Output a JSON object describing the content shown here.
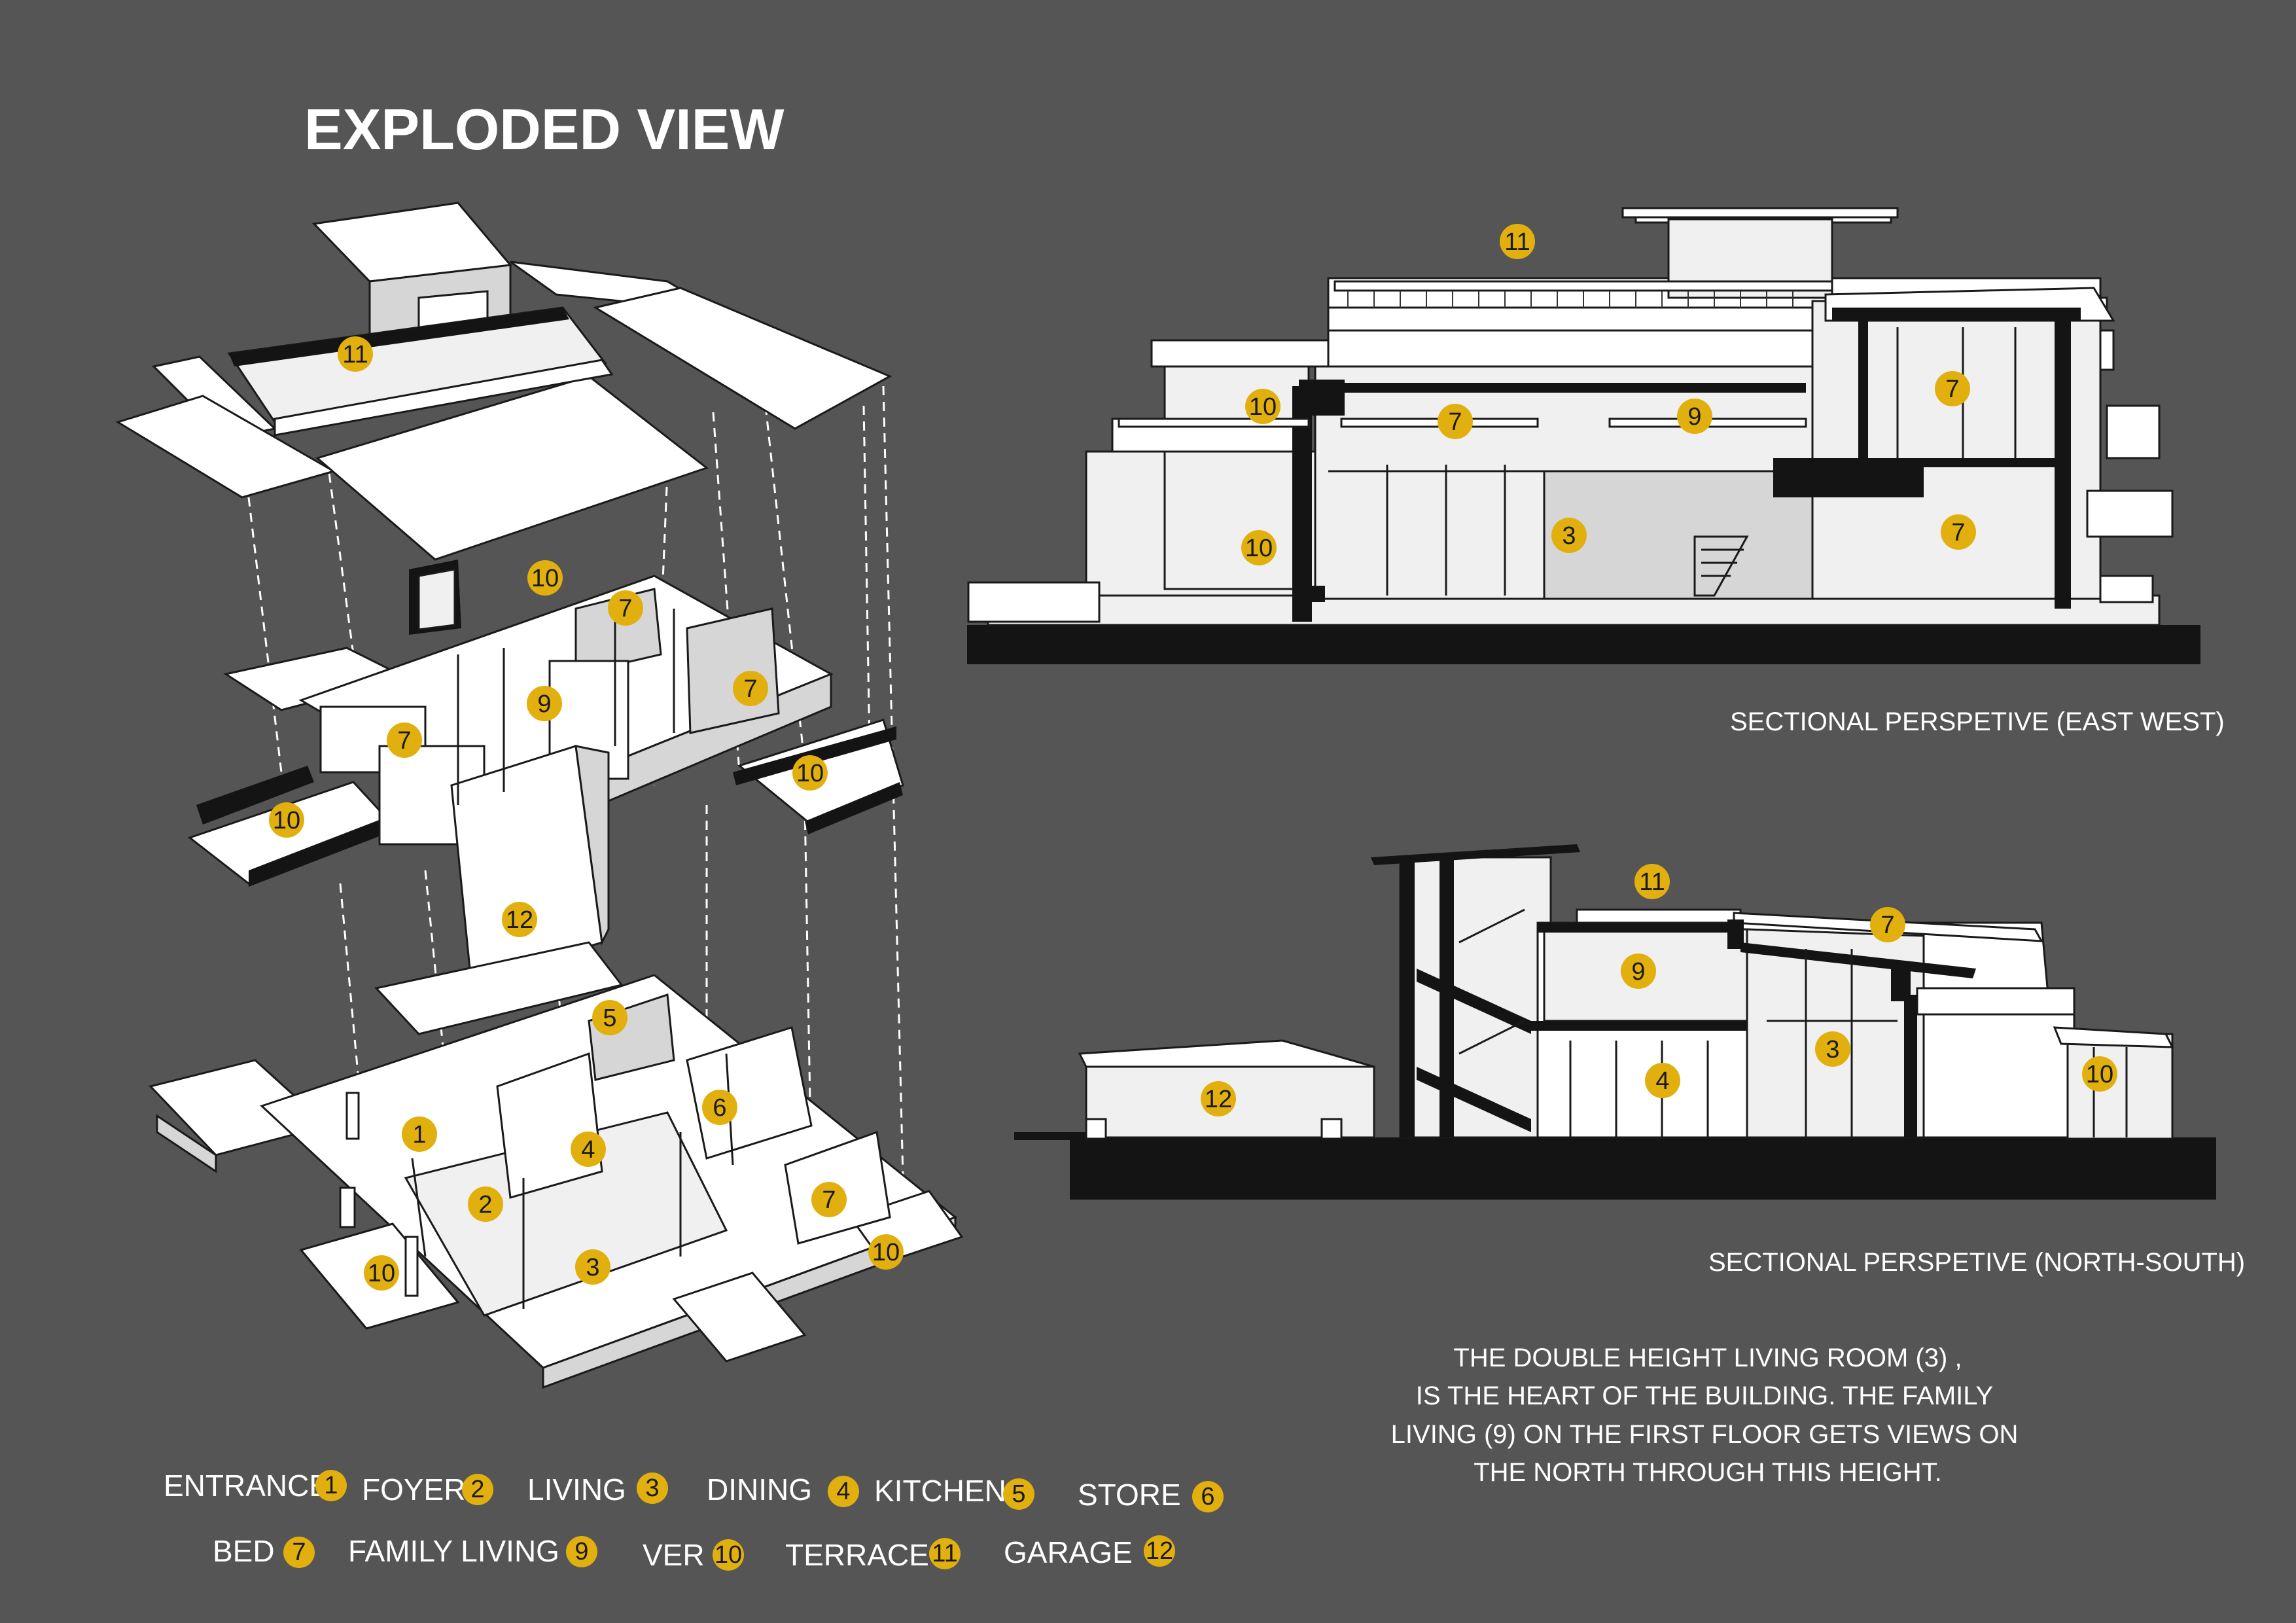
{
  "title": "EXPLODED VIEW",
  "captions": {
    "east_west": "SECTIONAL PERSPETIVE (EAST WEST)",
    "north_south": "SECTIONAL PERSPETIVE (NORTH-SOUTH)"
  },
  "description": [
    "THE DOUBLE HEIGHT LIVING ROOM (3) ,",
    "IS THE HEART OF THE BUILDING. THE FAMILY",
    "LIVING (9) ON THE FIRST FLOOR GETS VIEWS ON",
    "THE NORTH THROUGH THIS HEIGHT."
  ],
  "legend": [
    {
      "label": "ENTRANCE",
      "num": "1"
    },
    {
      "label": "FOYER",
      "num": "2"
    },
    {
      "label": "LIVING",
      "num": "3"
    },
    {
      "label": "DINING",
      "num": "4"
    },
    {
      "label": "KITCHEN",
      "num": "5"
    },
    {
      "label": "STORE",
      "num": "6"
    },
    {
      "label": "BED",
      "num": "7"
    },
    {
      "label": "FAMILY LIVING",
      "num": "9"
    },
    {
      "label": "VER",
      "num": "10"
    },
    {
      "label": "TERRACE",
      "num": "11"
    },
    {
      "label": "GARAGE",
      "num": "12"
    }
  ],
  "markers": {
    "exploded": [
      "11",
      "10",
      "7",
      "7",
      "9",
      "7",
      "10",
      "10",
      "12",
      "5",
      "6",
      "1",
      "4",
      "2",
      "7",
      "10",
      "3",
      "10"
    ],
    "east_west": [
      "11",
      "10",
      "7",
      "9",
      "7",
      "10",
      "3",
      "7"
    ],
    "north_south": [
      "11",
      "7",
      "9",
      "3",
      "4",
      "12",
      "10"
    ]
  },
  "colors": {
    "background": "#555555",
    "marker": "#e2b00e",
    "text": "#ffffff",
    "ground": "#141414"
  }
}
